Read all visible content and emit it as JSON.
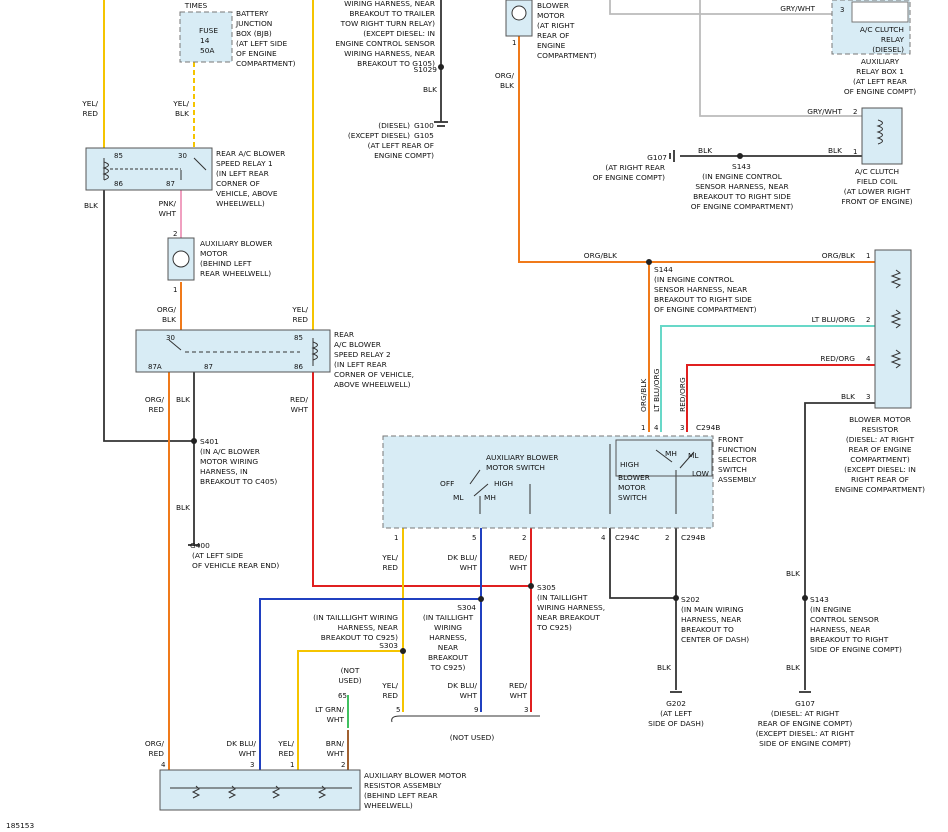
{
  "battery_junction_box": {
    "times": "TIMES",
    "fuse_label": "FUSE",
    "fuse_number": "14",
    "fuse_rating": "50A",
    "description": [
      "BATTERY",
      "JUNCTION",
      "BOX (BJB)",
      "(AT LEFT SIDE",
      "OF ENGINE",
      "COMPARTMENT)"
    ]
  },
  "trailer_note": [
    "WIRING HARNESS, NEAR",
    "BREAKOUT TO TRAILER",
    "TOW RIGHT TURN RELAY)",
    "(EXCEPT DIESEL: IN",
    "ENGINE CONTROL SENSOR",
    "WIRING HARNESS, NEAR",
    "BREAKOUT TO G105)"
  ],
  "s1029": "S1029",
  "ground_g100": {
    "wire": "BLK",
    "label1": "(DIESEL)",
    "ref1": "G100",
    "label2": "(EXCEPT DIESEL)",
    "ref2": "G105",
    "desc": [
      "(AT LEFT REAR OF",
      "ENGINE COMPT)"
    ]
  },
  "front_blower_motor": {
    "desc": [
      "BLOWER",
      "MOTOR",
      "(AT RIGHT",
      "REAR OF",
      "ENGINE",
      "COMPARTMENT)"
    ],
    "pin": "1",
    "wire": [
      "ORG/",
      "BLK"
    ]
  },
  "ac_clutch_relay": {
    "wire": "GRY/WHT",
    "pin": "3",
    "desc": [
      "A/C CLUTCH",
      "RELAY",
      "(DIESEL)"
    ],
    "box": [
      "AUXILIARY",
      "RELAY BOX 1",
      "(AT LEFT REAR",
      "OF ENGINE COMPT)"
    ]
  },
  "ac_clutch_coil": {
    "wire_top": "GRY/WHT",
    "pin2": "2",
    "pin1": "1",
    "wire_bottom": "BLK",
    "desc": [
      "A/C CLUTCH",
      "FIELD COIL",
      "(AT LOWER RIGHT",
      "FRONT OF ENGINE)"
    ]
  },
  "g107_top": {
    "ref": "G107",
    "desc": [
      "(AT RIGHT REAR",
      "OF ENGINE COMPT)"
    ],
    "wire": "BLK"
  },
  "s143_top": {
    "ref": "S143",
    "desc": [
      "(IN ENGINE CONTROL",
      "SENSOR HARNESS, NEAR",
      "BREAKOUT TO RIGHT SIDE",
      "OF ENGINE COMPARTMENT)"
    ]
  },
  "wire_labels_left": {
    "yel_red": [
      "YEL/",
      "RED"
    ],
    "yel_blk": [
      "YEL/",
      "BLK"
    ]
  },
  "relay1": {
    "pins": [
      "85",
      "30",
      "86",
      "87"
    ],
    "desc": [
      "REAR A/C BLOWER",
      "SPEED RELAY 1",
      "(IN LEFT REAR",
      "CORNER OF",
      "VEHICLE, ABOVE",
      "WHEELWELL)"
    ],
    "wire_blk": "BLK",
    "wire_out": [
      "PNK/",
      "WHT"
    ]
  },
  "aux_blower_motor": {
    "pin2": "2",
    "pin1": "1",
    "desc": [
      "AUXILIARY BLOWER",
      "MOTOR",
      "(BEHIND LEFT",
      "REAR WHEELWELL)"
    ],
    "wire_out": [
      "ORG/",
      "BLK"
    ],
    "wire_yel": [
      "YEL/",
      "RED"
    ]
  },
  "relay2": {
    "pins": [
      "30",
      "85",
      "87A",
      "87",
      "86"
    ],
    "desc": [
      "REAR",
      "A/C BLOWER",
      "SPEED RELAY 2",
      "(IN LEFT REAR",
      "CORNER OF VEHICLE,",
      "ABOVE WHEELWELL)"
    ]
  },
  "s401": {
    "ref": "S401",
    "desc": [
      "(IN A/C BLOWER",
      "MOTOR WIRING",
      "HARNESS, IN",
      "BREAKOUT TO C405)"
    ]
  },
  "g400": {
    "wire": "BLK",
    "ref": "G400",
    "desc": [
      "(AT LEFT SIDE",
      "OF VEHICLE REAR END)"
    ]
  },
  "relay2_wires": {
    "org_red": [
      "ORG/",
      "RED"
    ],
    "blk": "BLK",
    "red_wht": [
      "RED/",
      "WHT"
    ]
  },
  "s144": {
    "wire": "ORG/BLK",
    "ref": "S144",
    "desc": [
      "(IN ENGINE CONTROL",
      "SENSOR HARNESS, NEAR",
      "BREAKOUT TO RIGHT SIDE",
      "OF ENGINE COMPARTMENT)"
    ]
  },
  "blower_resistor": {
    "wires": [
      "ORG/BLK",
      "LT BLU/ORG",
      "RED/ORG",
      "BLK"
    ],
    "pins": [
      "1",
      "2",
      "4",
      "3"
    ],
    "desc": [
      "BLOWER MOTOR",
      "RESISTOR",
      "(DIESEL: AT RIGHT",
      "REAR OF ENGINE",
      "COMPARTMENT)",
      "(EXCEPT DIESEL: IN",
      "RIGHT REAR OF",
      "ENGINE COMPARTMENT)"
    ]
  },
  "selector": {
    "vertical_wires": [
      "ORG/BLK",
      "LT BLU/ORG",
      "RED/ORG"
    ],
    "pins_top": [
      "1",
      "4",
      "3"
    ],
    "conn_top": "C294B",
    "desc": [
      "FRONT",
      "FUNCTION",
      "SELECTOR",
      "SWITCH",
      "ASSEMBLY"
    ],
    "aux_switch": [
      "AUXILIARY BLOWER",
      "MOTOR SWITCH"
    ],
    "positions": [
      "OFF",
      "ML",
      "MH",
      "HIGH"
    ],
    "front_switch": [
      "HIGH",
      "BLOWER",
      "MOTOR",
      "SWITCH"
    ],
    "front_positions": [
      "MH",
      "ML",
      "LOW"
    ],
    "pins_bottom": [
      "1",
      "5",
      "2",
      "4",
      "2"
    ],
    "conn_c": "C294C",
    "conn_b": "C294B"
  },
  "lower_wires": {
    "yel_red": [
      "YEL/",
      "RED"
    ],
    "dk_blu_wht": [
      "DK BLU/",
      "WHT"
    ],
    "red_wht": [
      "RED/",
      "WHT"
    ],
    "blk1": "BLK",
    "blk2": "BLK"
  },
  "s305": {
    "ref": "S305",
    "desc": [
      "(IN TAILLIGHT",
      "WIRING HARNESS,",
      "NEAR BREAKOUT",
      "TO C925)"
    ]
  },
  "s304": {
    "ref": "S304",
    "desc_left": [
      "(IN TAILLLIGHT WIRING",
      "HARNESS, NEAR",
      "BREAKOUT TO C925)"
    ],
    "desc_right": [
      "(IN TAILLIGHT",
      "WIRING",
      "HARNESS,",
      "NEAR",
      "BREAKOUT",
      "TO C925)"
    ]
  },
  "s303": {
    "ref": "S303"
  },
  "s202": {
    "ref": "S202",
    "desc": [
      "(IN MAIN WIRING",
      "HARNESS, NEAR",
      "BREAKOUT TO",
      "CENTER OF DASH)"
    ],
    "wire": "BLK"
  },
  "g202": {
    "ref": "G202",
    "desc": [
      "(AT LEFT",
      "SIDE OF DASH)"
    ]
  },
  "s143_bottom": {
    "wire": "BLK",
    "ref": "S143",
    "desc": [
      "(IN ENGINE",
      "CONTROL SENSOR",
      "HARNESS, NEAR",
      "BREAKOUT TO RIGHT",
      "SIDE OF ENGINE COMPT)"
    ],
    "wire2": "BLK"
  },
  "g107_bottom": {
    "ref": "G107",
    "desc": [
      "(DIESEL: AT RIGHT",
      "REAR OF ENGINE COMPT)",
      "(EXCEPT DIESEL: AT RIGHT",
      "SIDE OF ENGINE COMPT)"
    ]
  },
  "not_used_connector": {
    "pins": [
      "5",
      "9",
      "3"
    ],
    "wires": [
      [
        "YEL/",
        "RED"
      ],
      [
        "DK BLU/",
        "WHT"
      ],
      [
        "RED/",
        "WHT"
      ]
    ],
    "label": "(NOT USED)"
  },
  "not_used_65": {
    "label": [
      "(NOT",
      "USED)"
    ],
    "pin": "65",
    "wire": [
      "LT GRN/",
      "WHT"
    ]
  },
  "aux_resistor": {
    "wires": [
      [
        "ORG/",
        "RED"
      ],
      [
        "DK BLU/",
        "WHT"
      ],
      [
        "YEL/",
        "RED"
      ],
      [
        "BRN/",
        "WHT"
      ]
    ],
    "pins": [
      "4",
      "3",
      "1",
      "2"
    ],
    "desc": [
      "AUXILIARY BLOWER MOTOR",
      "RESISTOR ASSEMBLY",
      "(BEHIND LEFT REAR",
      "WHEELWELL)"
    ]
  },
  "figure_id": "185153",
  "colors": {
    "yel": "#f5c400",
    "org": "#f07a1a",
    "red": "#e02020",
    "blu": "#2040c0",
    "ltblu": "#68d8c8",
    "pnk": "#f0a0c0",
    "grn": "#40c060",
    "brn": "#a06030",
    "blk": "#333333",
    "gry": "#bbbbbb"
  }
}
